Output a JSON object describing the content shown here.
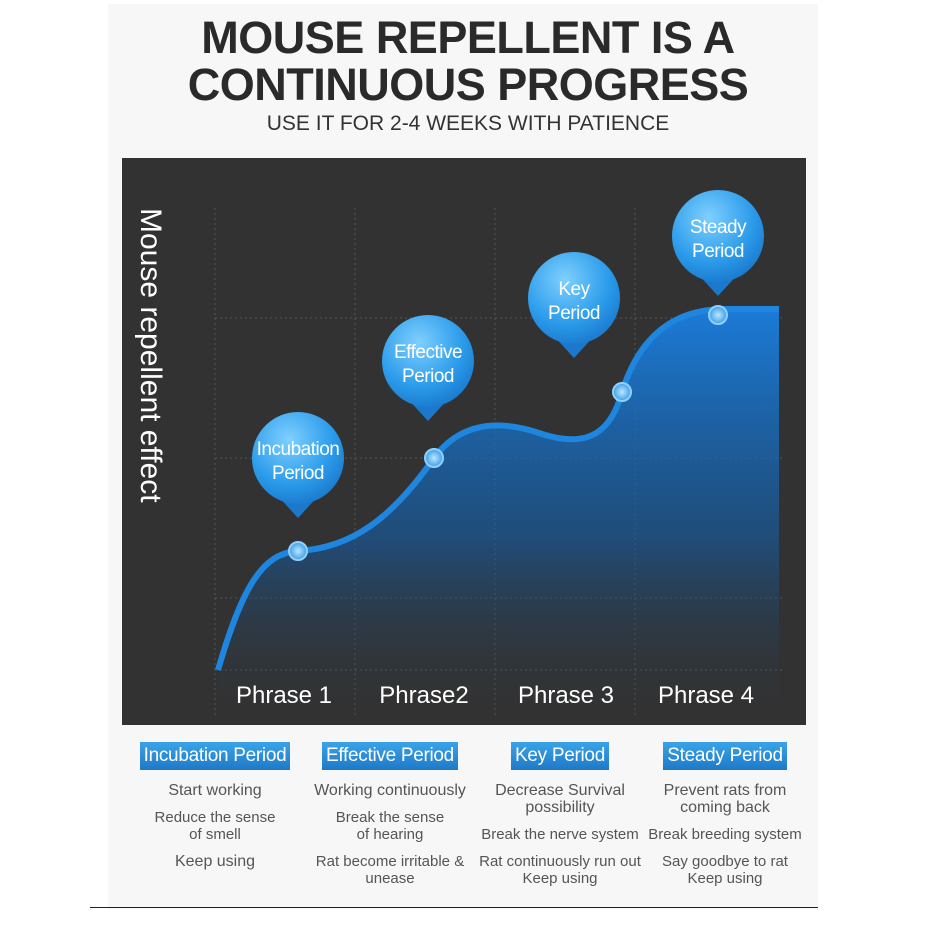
{
  "header": {
    "title_line1": "MOUSE REPELLENT IS A",
    "title_line2": "CONTINUOUS PROGRESS",
    "subtitle": "USE IT FOR 2-4 WEEKS WITH PATIENCE"
  },
  "colors": {
    "accent": "#2a8fe0",
    "panel": "#323232",
    "curve": "#1f7fd6"
  },
  "chart_data": {
    "type": "area",
    "ylabel": "Mouse repellent effect",
    "categories": [
      "Phrase 1",
      "Phrase2",
      "Phrase 3",
      "Phrase 4"
    ],
    "markers": [
      {
        "label_line1": "Incubation",
        "label_line2": "Period"
      },
      {
        "label_line1": "Effective",
        "label_line2": "Period"
      },
      {
        "label_line1": "Key",
        "label_line2": "Period"
      },
      {
        "label_line1": "Steady",
        "label_line2": "Period"
      }
    ],
    "grid": true
  },
  "columns": [
    {
      "badge": "Incubation Period",
      "items": [
        {
          "lines": [
            "Start working"
          ],
          "big": true
        },
        {
          "lines": [
            "Reduce the sense",
            "of smell"
          ]
        },
        {
          "lines": [
            "Keep using"
          ],
          "big": true
        }
      ]
    },
    {
      "badge": "Effective Period",
      "items": [
        {
          "lines": [
            "Working continuously"
          ],
          "big": true
        },
        {
          "lines": [
            "Break the sense",
            "of hearing"
          ]
        },
        {
          "lines": [
            "Rat become irritable &",
            "unease"
          ]
        }
      ]
    },
    {
      "badge": "Key Period",
      "items": [
        {
          "lines": [
            "Decrease Survival",
            "possibility"
          ],
          "big": true
        },
        {
          "lines": [
            "Break the nerve system"
          ]
        },
        {
          "lines": [
            "Rat continuously run out",
            "Keep using"
          ]
        }
      ]
    },
    {
      "badge": "Steady Period",
      "items": [
        {
          "lines": [
            "Prevent rats from",
            "coming back"
          ],
          "big": true
        },
        {
          "lines": [
            "Break breeding system"
          ]
        },
        {
          "lines": [
            "Say goodbye to rat",
            "Keep using"
          ]
        }
      ]
    }
  ]
}
